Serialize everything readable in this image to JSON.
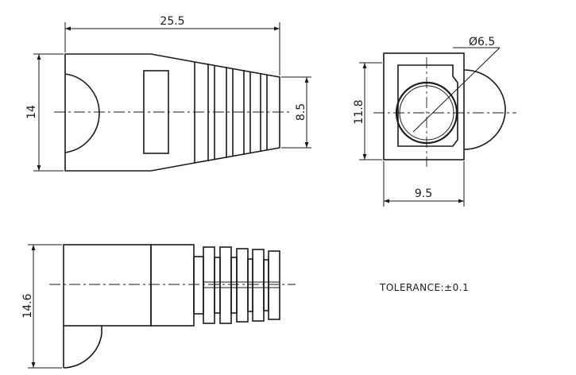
{
  "dimensions": {
    "overall_length": "25.5",
    "side_height": "14",
    "tail_height": "8.5",
    "end_height": "11.8",
    "end_width": "9.5",
    "diameter": "Ø6.5",
    "bottom_height": "14.6"
  },
  "note": {
    "tolerance": "TOLERANCE:±0.1"
  }
}
